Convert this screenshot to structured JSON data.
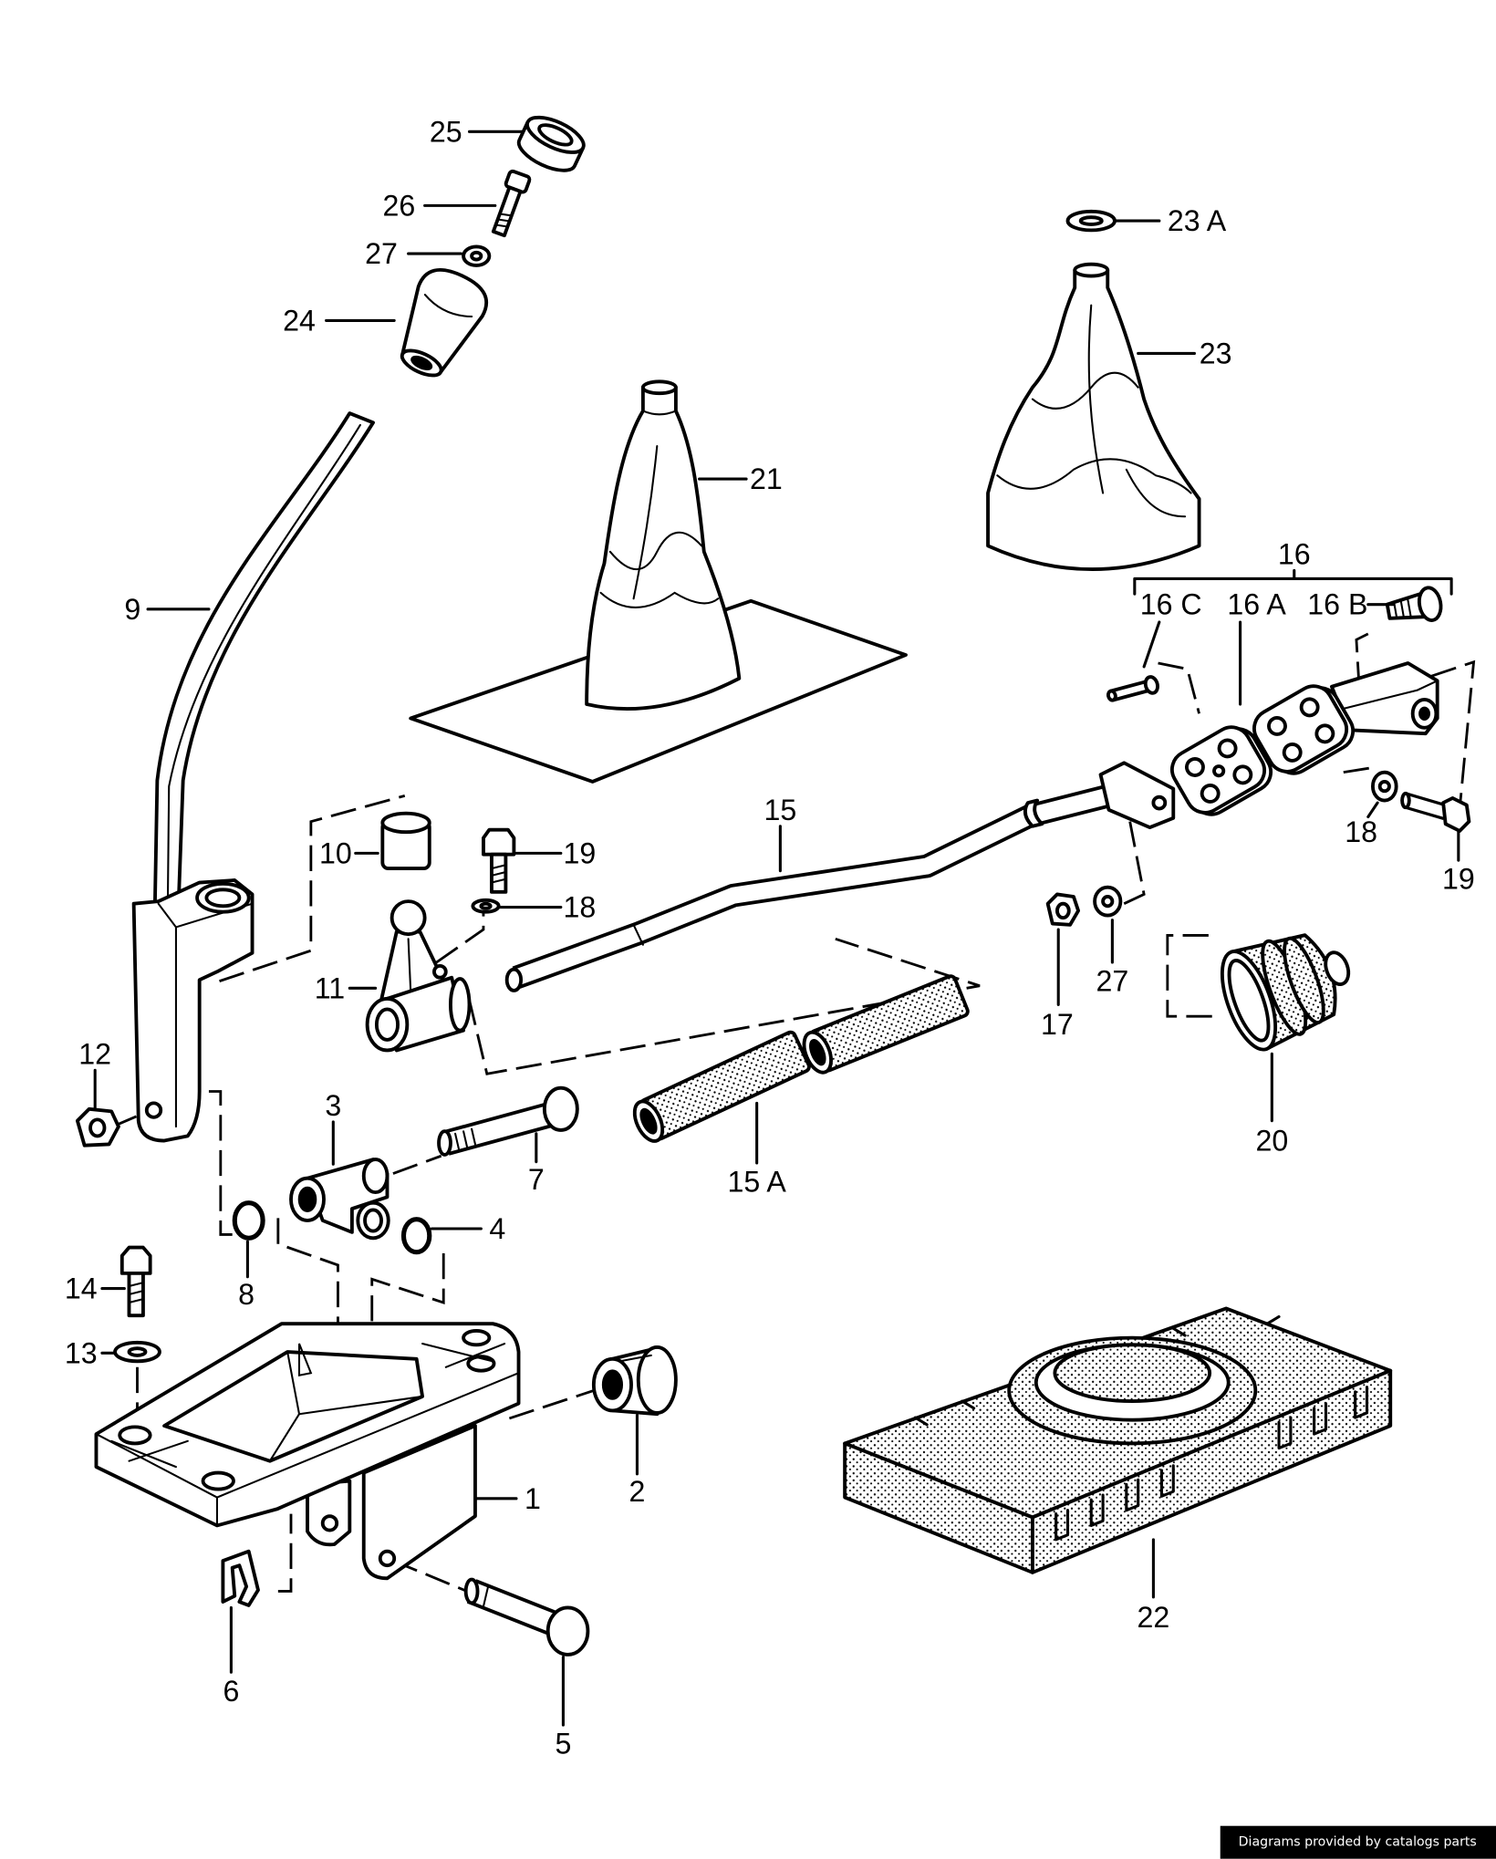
{
  "callouts": [
    "25",
    "26",
    "27",
    "24",
    "9",
    "21",
    "23 A",
    "23",
    "16",
    "16 C",
    "16 A",
    "16 B",
    "10",
    "19",
    "18",
    "11",
    "15",
    "12",
    "3",
    "7",
    "15 A",
    "4",
    "8",
    "14",
    "13",
    "2",
    "1",
    "6",
    "5",
    "22",
    "20",
    "17",
    "27",
    "18",
    "19"
  ],
  "footer": {
    "credit": "Diagrams provided by catalogs parts"
  },
  "colors": {
    "ink": "#000000",
    "paper": "#ffffff"
  }
}
